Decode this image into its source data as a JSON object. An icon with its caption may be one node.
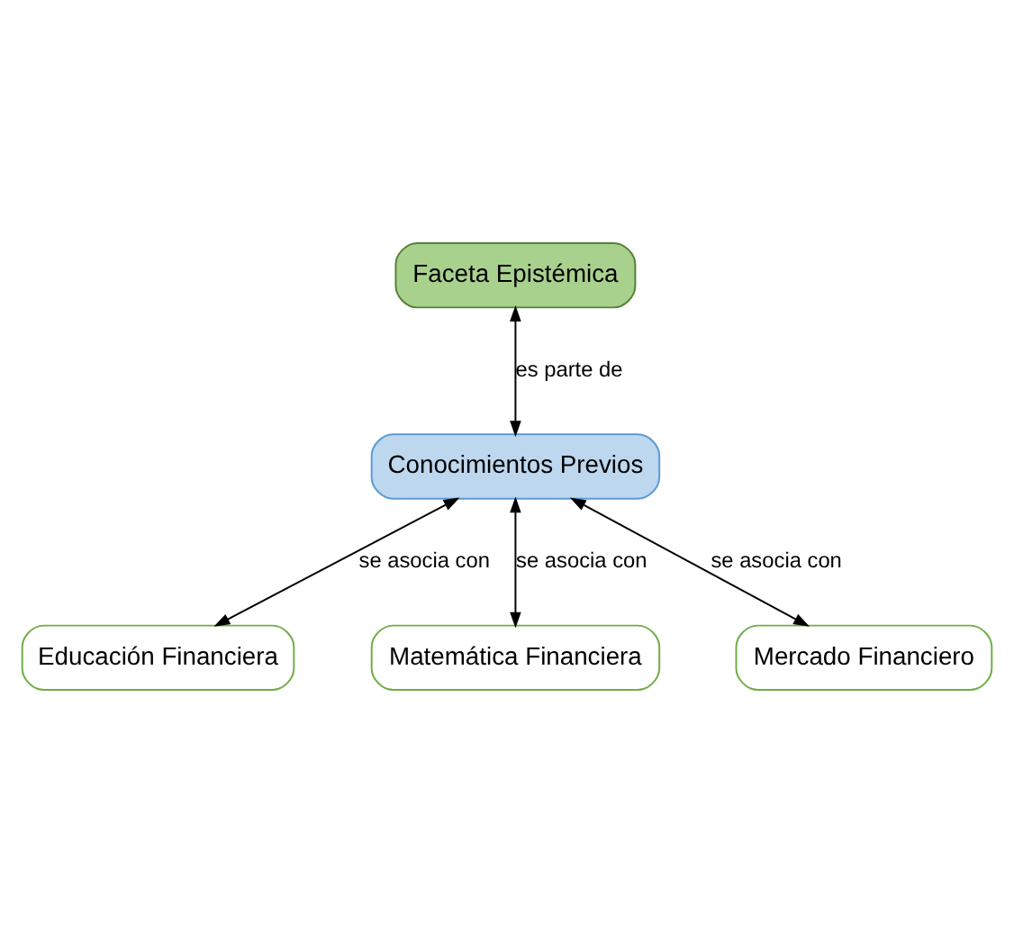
{
  "diagram": {
    "nodes": [
      {
        "text": [
          "Faceta Epistémica"
        ]
      },
      {
        "text": [
          "Conocimientos Previos"
        ]
      },
      {
        "text": [
          "Educación Financiera"
        ]
      },
      {
        "text": [
          "Matemática Financiera"
        ]
      },
      {
        "text": [
          "Mercado Financiero"
        ]
      }
    ],
    "edges": [
      {
        "from": 0,
        "to": 1,
        "arrow": "both",
        "label": "es parte de"
      },
      {
        "from": 1,
        "to": 2,
        "arrow": "both",
        "label": "se asocia con"
      },
      {
        "from": 1,
        "to": 4,
        "arrow": "both",
        "label": "se asocia con"
      },
      {
        "from": 1,
        "to": 3,
        "arrow": "both",
        "label": "se asocia con"
      }
    ]
  }
}
